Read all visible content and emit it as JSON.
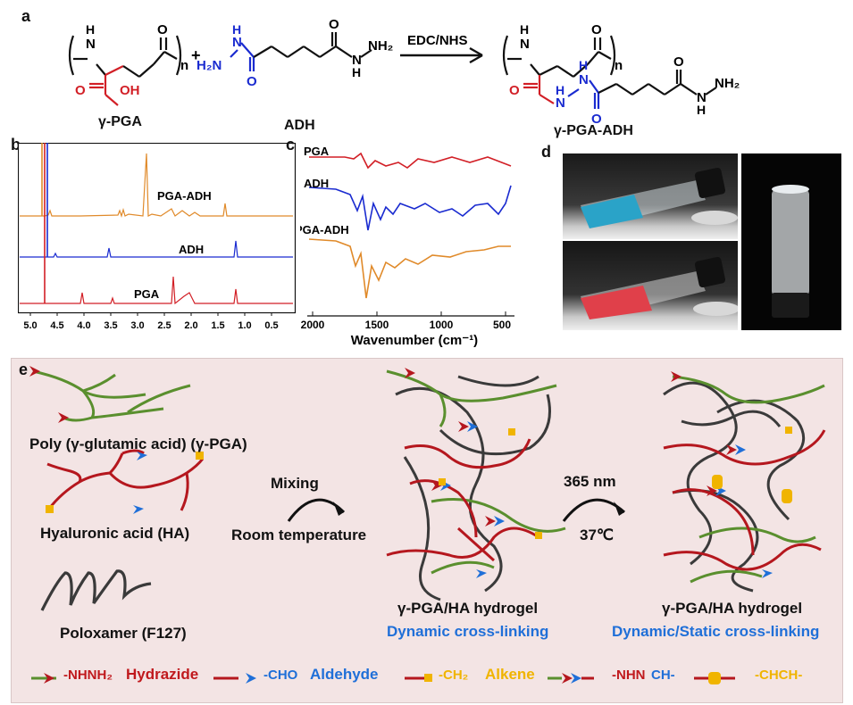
{
  "panel_a": {
    "letter": "a",
    "reactant1_label": "γ-PGA",
    "reactant2_label": "ADH",
    "product_label": "γ-PGA-ADH",
    "reagent": "EDC/NHS",
    "plus": "+",
    "subscript_n": "n",
    "atoms": {
      "H": "H",
      "N": "N",
      "O": "O",
      "OH": "OH",
      "H2N": "H₂N",
      "NH2": "NH₂"
    }
  },
  "panel_b": {
    "letter": "b",
    "series": [
      "PGA-ADH",
      "ADH",
      "PGA"
    ],
    "ticks": [
      "5.0",
      "4.5",
      "4.0",
      "3.5",
      "3.0",
      "2.5",
      "2.0",
      "1.5",
      "1.0",
      "0.5"
    ]
  },
  "panel_c": {
    "letter": "c",
    "series": [
      "PGA",
      "ADH",
      "PGA-ADH"
    ],
    "ticks": [
      "2000",
      "1500",
      "1000",
      "500"
    ],
    "xlabel": "Wavenumber (cm⁻¹)"
  },
  "panel_d": {
    "letter": "d"
  },
  "panel_e": {
    "letter": "e",
    "pga_label": "Poly (γ-glutamic acid) (γ-PGA)",
    "ha_label": "Hyaluronic acid (HA)",
    "f127_label": "Poloxamer (F127)",
    "step1_top": "Mixing",
    "step1_bottom": "Room temperature",
    "step2_top": "365 nm",
    "step2_bottom": "37℃",
    "gel1_title": "γ-PGA/HA hydrogel",
    "gel1_sub": "Dynamic cross-linking",
    "gel2_title": "γ-PGA/HA hydrogel",
    "gel2_sub": "Dynamic/Static cross-linking",
    "legend": {
      "hydrazide_formula": "-NHNH₂",
      "hydrazide_name": "Hydrazide",
      "aldehyde_formula": "-CHO",
      "aldehyde_name": "Aldehyde",
      "alkene_formula": "-CH₂",
      "alkene_name": "Alkene",
      "hydrazone_a": "-NHN",
      "hydrazone_b": "CH-",
      "chch": "-CHCH-"
    }
  },
  "colors": {
    "green": "#5a8f2e",
    "red": "#b5171e",
    "blue": "#1f6fd8",
    "orange": "#f0b400",
    "gray": "#3a3a3a",
    "nmr_orange": "#e08a2a",
    "nmr_blue": "#1a2bd0",
    "nmr_red": "#d21f26"
  }
}
